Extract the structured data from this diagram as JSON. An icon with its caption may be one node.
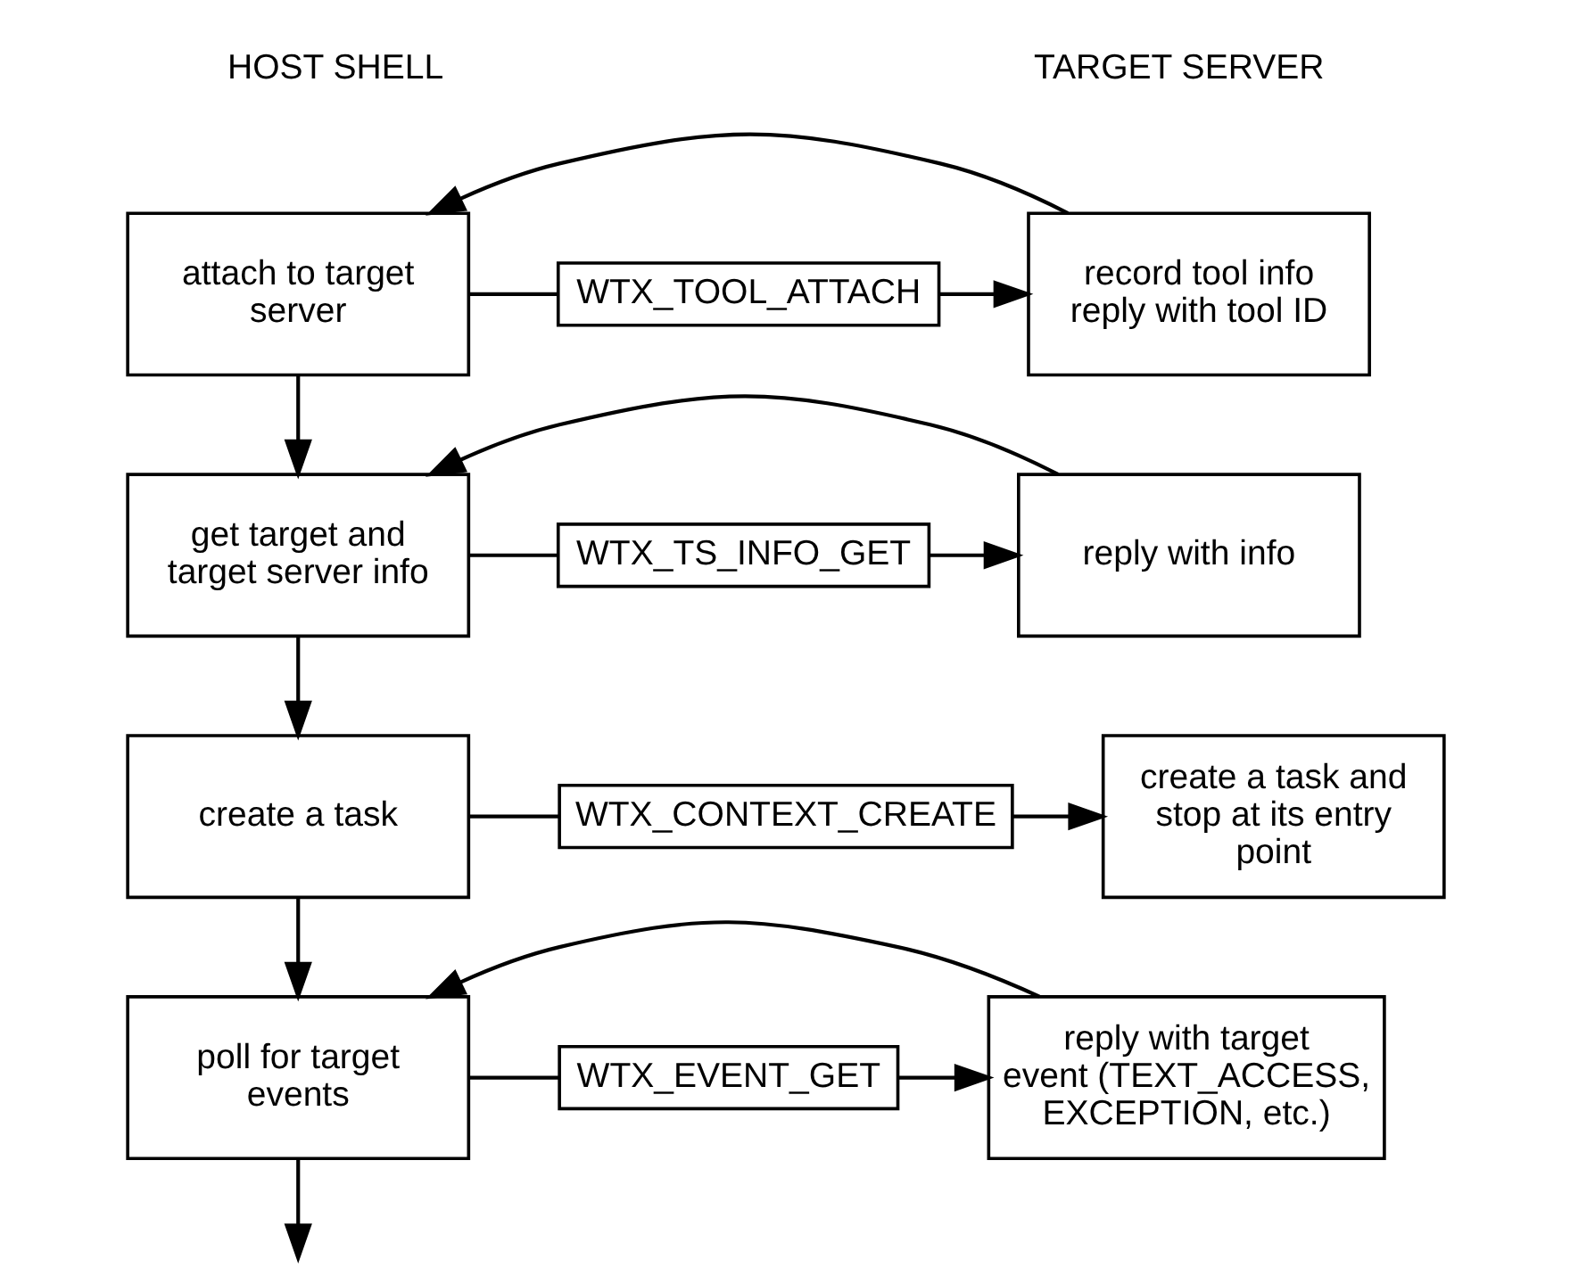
{
  "diagram": {
    "nodes": [
      {
        "text": [
          "attach to target server"
        ]
      },
      {
        "text": [
          "WTX_TOOL_ATTACH"
        ]
      },
      {
        "text": [
          "record tool info reply with tool ID"
        ]
      },
      {
        "text": [
          "get target and target server info"
        ]
      },
      {
        "text": [
          "WTX_TS_INFO_GET"
        ]
      },
      {
        "text": [
          "reply with info"
        ]
      },
      {
        "text": [
          "create a task"
        ]
      },
      {
        "text": [
          "WTX_CONTEXT_CREATE"
        ]
      },
      {
        "text": [
          "create a task and stop at its entry point"
        ]
      },
      {
        "text": [
          "poll for target events"
        ]
      },
      {
        "text": [
          "WTX_EVENT_GET"
        ]
      },
      {
        "text": [
          "reply with target event (TEXT_ACCESS, EXCEPTION, etc.)"
        ]
      }
    ],
    "edges": [
      {
        "from": 0,
        "to": 1,
        "arrow": "none"
      },
      {
        "from": 1,
        "to": 2,
        "arrow": "to"
      },
      {
        "from": 2,
        "to": 0,
        "arrow": "to"
      },
      {
        "from": 0,
        "to": 3,
        "arrow": "to"
      },
      {
        "from": 3,
        "to": 4,
        "arrow": "none"
      },
      {
        "from": 4,
        "to": 5,
        "arrow": "to"
      },
      {
        "from": 5,
        "to": 3,
        "arrow": "to"
      },
      {
        "from": 3,
        "to": 6,
        "arrow": "to"
      },
      {
        "from": 6,
        "to": 7,
        "arrow": "none"
      },
      {
        "from": 7,
        "to": 8,
        "arrow": "to"
      },
      {
        "from": 6,
        "to": 9,
        "arrow": "to"
      },
      {
        "from": 9,
        "to": 10,
        "arrow": "none"
      },
      {
        "from": 10,
        "to": 11,
        "arrow": "to"
      },
      {
        "from": 11,
        "to": 9,
        "arrow": "to"
      },
      {
        "from": 9,
        "to": null,
        "arrow": "to"
      }
    ],
    "labels": [
      "HOST SHELL",
      "TARGET SERVER"
    ]
  }
}
